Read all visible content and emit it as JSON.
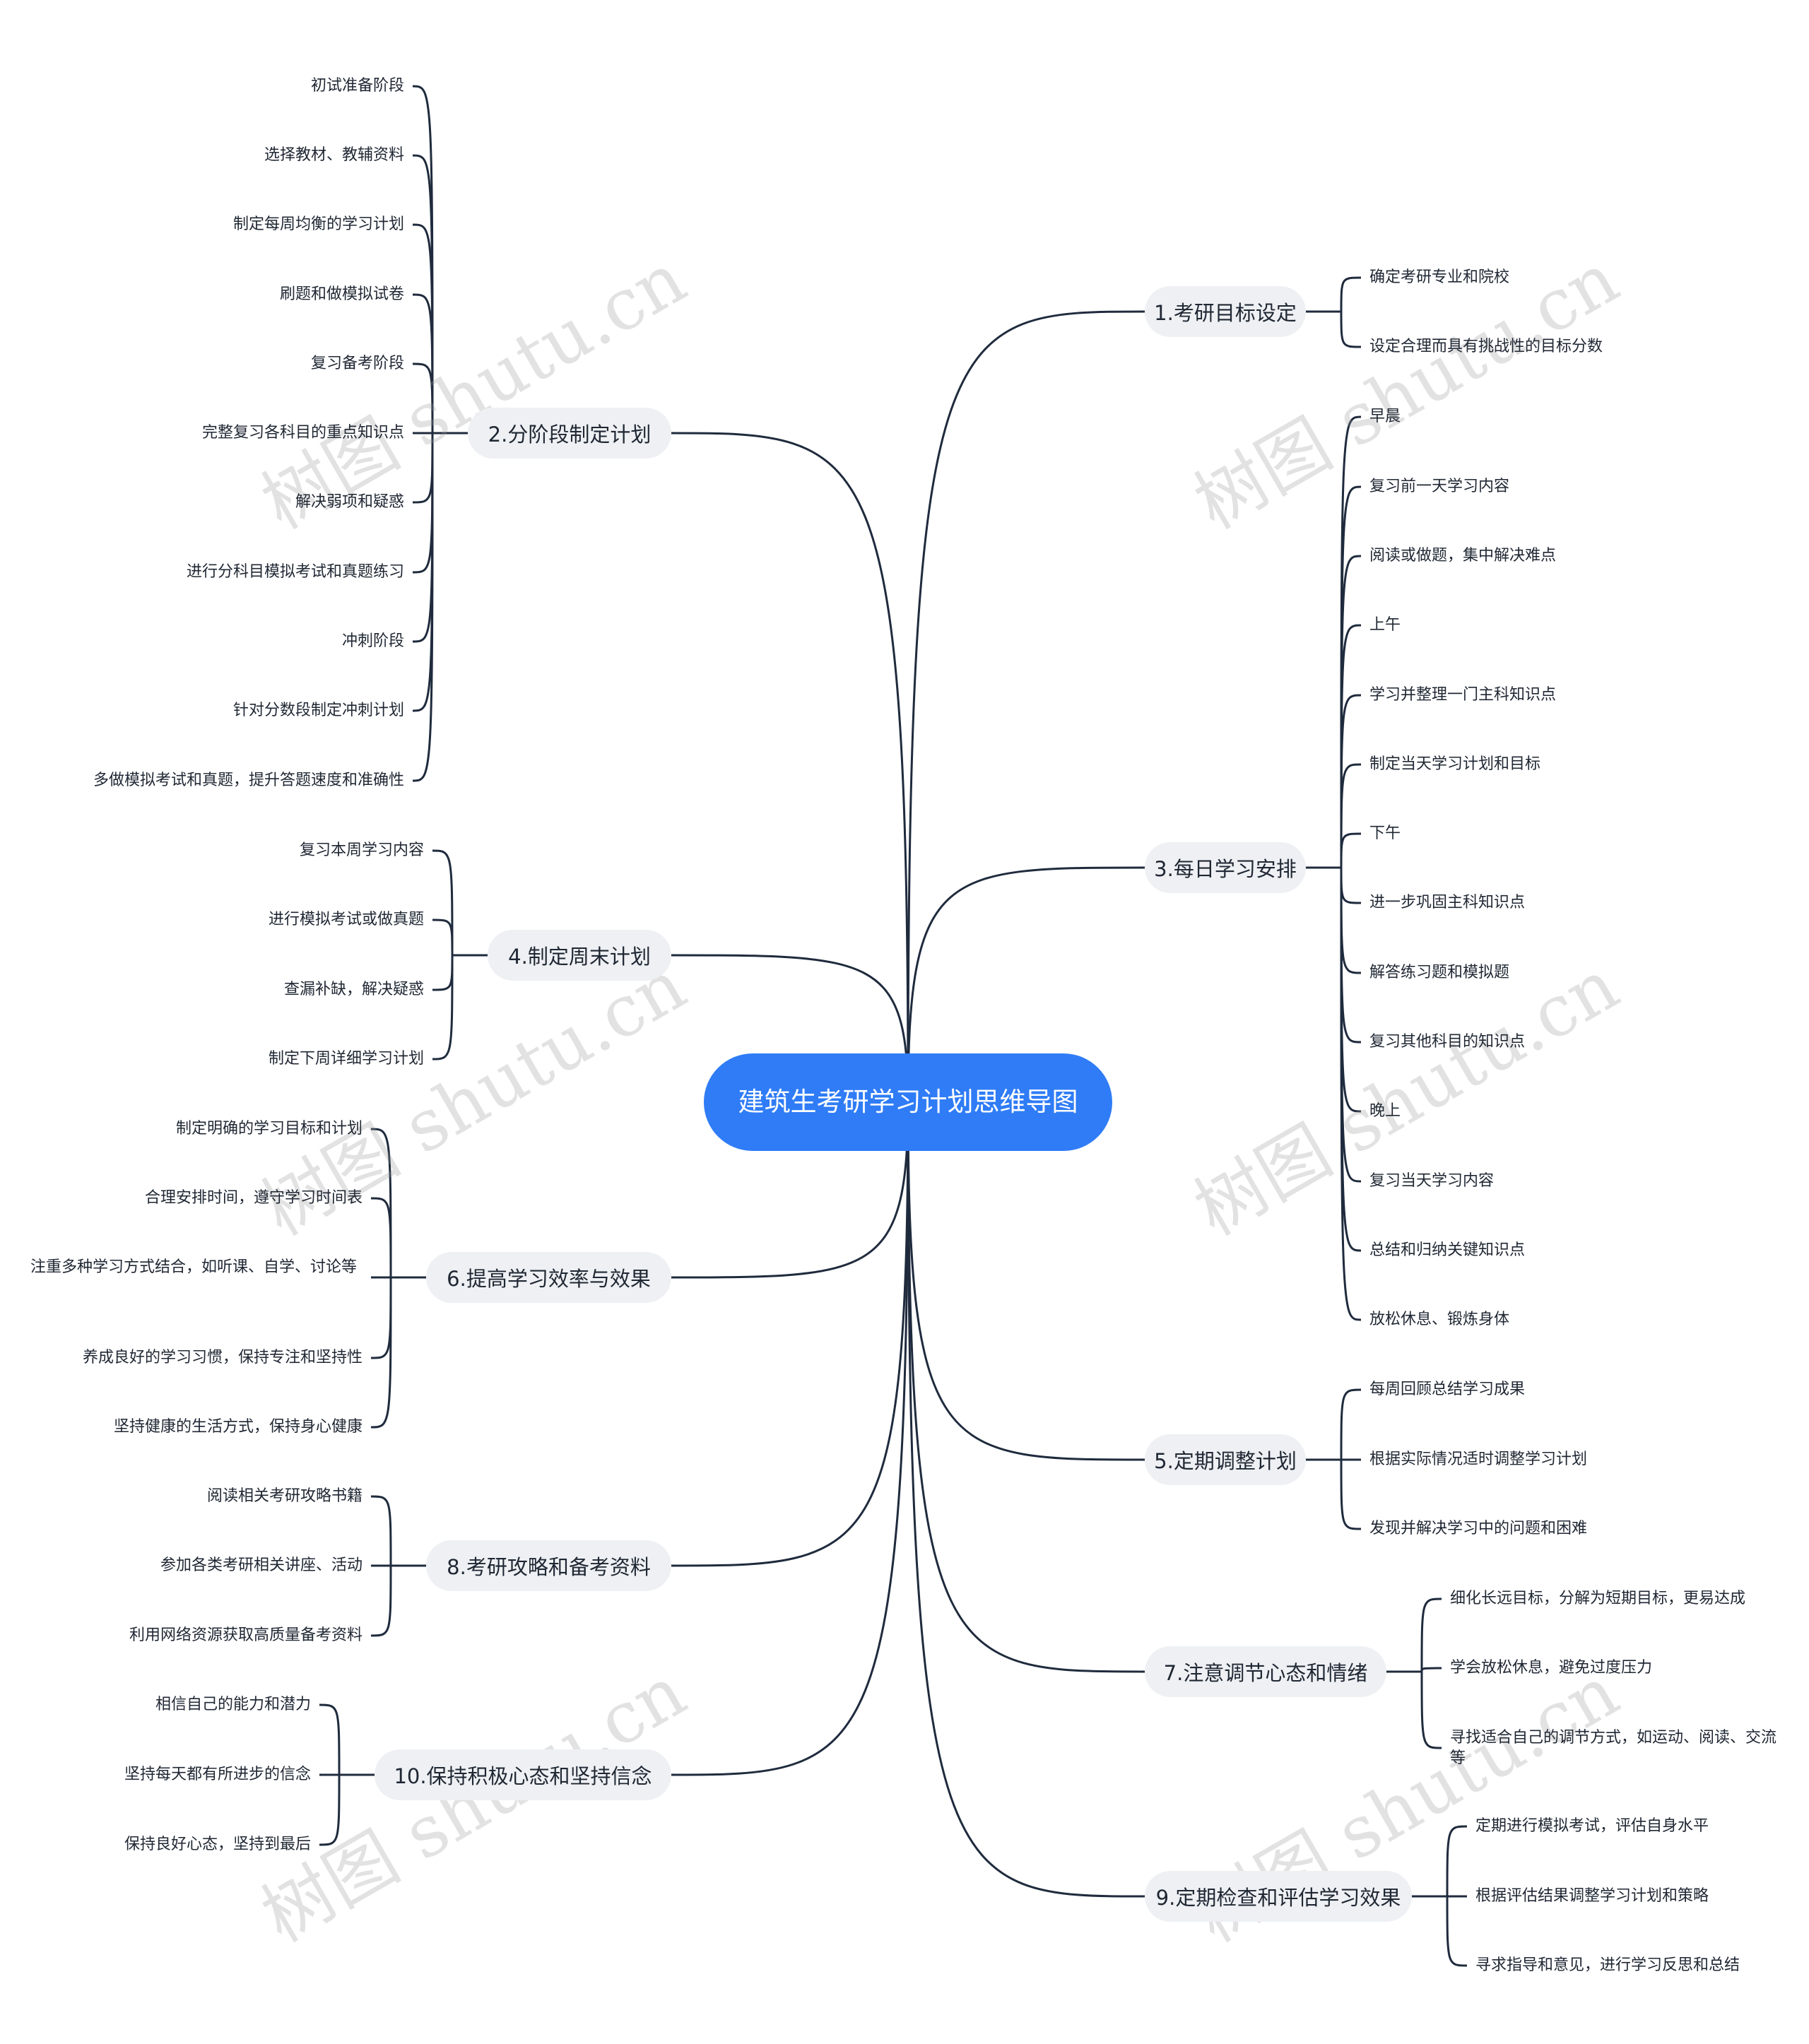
{
  "root": {
    "title": "建筑生考研学习计划思维导图"
  },
  "watermark": "树图 shutu.cn",
  "colors": {
    "root": "#2f7cf6",
    "branch_bg": "#eef0f3",
    "line": "#1f2b3d",
    "text": "#1f2733"
  },
  "branches": {
    "b1": {
      "label": "1.考研目标设定",
      "items": [
        "确定考研专业和院校",
        "设定合理而具有挑战性的目标分数"
      ]
    },
    "b2": {
      "label": "2.分阶段制定计划",
      "items": [
        "初试准备阶段",
        "选择教材、教辅资料",
        "制定每周均衡的学习计划",
        "刷题和做模拟试卷",
        "复习备考阶段",
        "完整复习各科目的重点知识点",
        "解决弱项和疑惑",
        "进行分科目模拟考试和真题练习",
        "冲刺阶段",
        "针对分数段制定冲刺计划",
        "多做模拟考试和真题，提升答题速度和准确性"
      ]
    },
    "b3": {
      "label": "3.每日学习安排",
      "items": [
        "早晨",
        "复习前一天学习内容",
        "阅读或做题，集中解决难点",
        "上午",
        "学习并整理一门主科知识点",
        "制定当天学习计划和目标",
        "下午",
        "进一步巩固主科知识点",
        "解答练习题和模拟题",
        "复习其他科目的知识点",
        "晚上",
        "复习当天学习内容",
        "总结和归纳关键知识点",
        "放松休息、锻炼身体"
      ]
    },
    "b4": {
      "label": "4.制定周末计划",
      "items": [
        "复习本周学习内容",
        "进行模拟考试或做真题",
        "查漏补缺，解决疑惑",
        "制定下周详细学习计划"
      ]
    },
    "b5": {
      "label": "5.定期调整计划",
      "items": [
        "每周回顾总结学习成果",
        "根据实际情况适时调整学习计划",
        "发现并解决学习中的问题和困难"
      ]
    },
    "b6": {
      "label": "6.提高学习效率与效果",
      "items": [
        "制定明确的学习目标和计划",
        "合理安排时间，遵守学习时间表",
        "注重多种学习方式结合，如听课、自学、讨论等",
        "养成良好的学习习惯，保持专注和坚持性",
        "坚持健康的生活方式，保持身心健康"
      ]
    },
    "b7": {
      "label": "7.注意调节心态和情绪",
      "items": [
        "细化长远目标，分解为短期目标，更易达成",
        "学会放松休息，避免过度压力",
        "寻找适合自己的调节方式，如运动、阅读、交流等"
      ]
    },
    "b8": {
      "label": "8.考研攻略和备考资料",
      "items": [
        "阅读相关考研攻略书籍",
        "参加各类考研相关讲座、活动",
        "利用网络资源获取高质量备考资料"
      ]
    },
    "b9": {
      "label": "9.定期检查和评估学习效果",
      "items": [
        "定期进行模拟考试，评估自身水平",
        "根据评估结果调整学习计划和策略",
        "寻求指导和意见，进行学习反思和总结"
      ]
    },
    "b10": {
      "label": "10.保持积极心态和坚持信念",
      "items": [
        "相信自己的能力和潜力",
        "坚持每天都有所进步的信念",
        "保持良好心态，坚持到最后"
      ]
    }
  }
}
